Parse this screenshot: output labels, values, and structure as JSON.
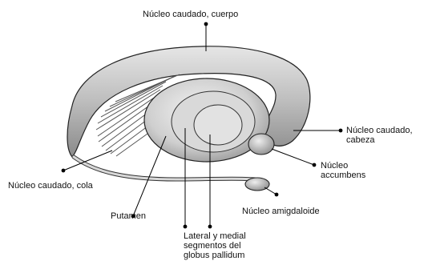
{
  "diagram": {
    "labels": {
      "caudate_body": "Núcleo caudado, cuerpo",
      "caudate_head": "Núcleo caudado,\ncabeza",
      "accumbens": "Núcleo\naccumbens",
      "caudate_tail": "Núcleo caudado, cola",
      "putamen": "Putamen",
      "amygdala": "Núcleo amigdaloide",
      "globus_pallidus": "Lateral y medial\nsegmentos del\nglobus pallidum"
    }
  }
}
